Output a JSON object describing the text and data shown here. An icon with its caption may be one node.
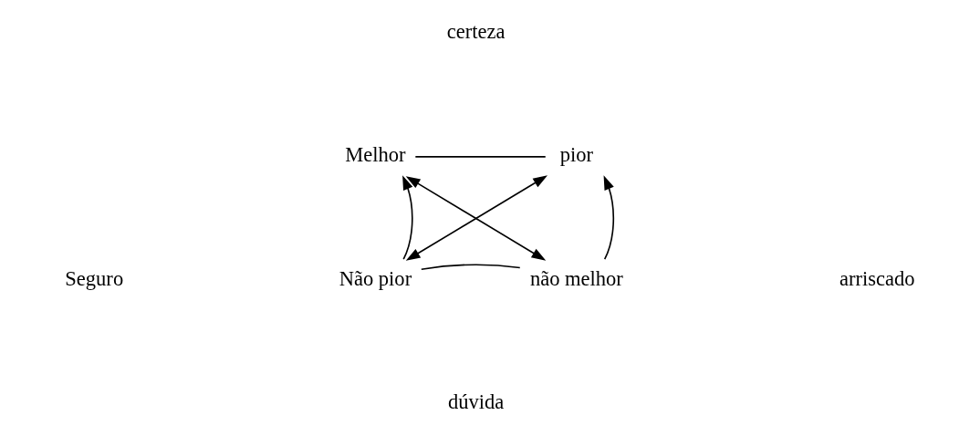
{
  "diagram": {
    "nodes": [
      {
        "text": [
          "Melhor"
        ]
      },
      {
        "text": [
          "pior"
        ]
      },
      {
        "text": [
          "Não pior"
        ]
      },
      {
        "text": [
          "não melhor"
        ]
      }
    ],
    "edges": [
      {
        "from": 0,
        "to": 1,
        "arrow": "none"
      },
      {
        "from": 2,
        "to": 0,
        "arrow": "to"
      },
      {
        "from": 0,
        "to": 3,
        "arrow": "both"
      },
      {
        "from": 2,
        "to": 1,
        "arrow": "both"
      },
      {
        "from": 3,
        "to": 1,
        "arrow": "to"
      },
      {
        "from": 2,
        "to": 3,
        "arrow": "none"
      }
    ],
    "labels": [
      "certeza",
      "Seguro",
      "arriscado",
      "dúvida"
    ]
  }
}
